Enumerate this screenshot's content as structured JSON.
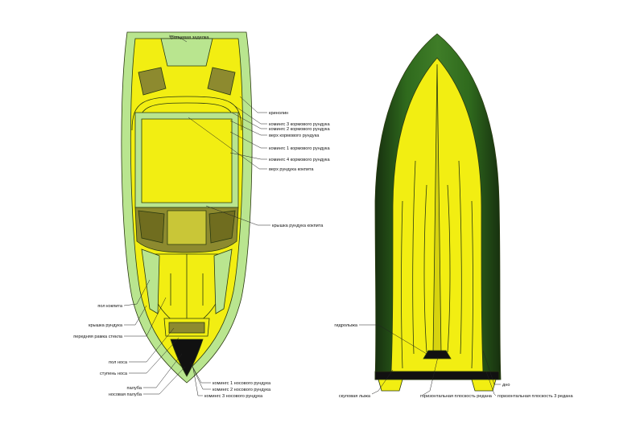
{
  "title": "",
  "colors": {
    "hull_green_light": "#b9e58f",
    "hull_green_dark": "#2f6a1d",
    "deck_yellow": "#f2ee12",
    "deep_green": "#17300f",
    "olive": "#8d8a2f",
    "black": "#111111"
  },
  "top_view": {
    "labels": {
      "transom": "транцевая заделка",
      "crinoline": "кринолин",
      "stern_3": "комингс 3 кормового рундука",
      "stern_2": "комингс 2 кормового рундука",
      "stern_top": "верх кормового рундука",
      "stern_1": "комингс 1 кормового рундука",
      "stern_4": "комингс 4 кормового рундука",
      "cockpit_top": "верх рундука кокпита",
      "cockpit_lid": "крышка рундука кокпита",
      "cockpit_floor": "пол кокпита",
      "locker_lid": "крышка рундука",
      "glass_frame": "передняя рамка стекла",
      "bow_floor": "пол носа",
      "bow_step": "ступень носа",
      "deck": "палуба",
      "bow_deck": "носовая палуба",
      "bow_1": "комингс 1 носового рундука",
      "bow_2": "комингс 2 носового рундука",
      "bow_3": "комингс 3 носового рундука"
    }
  },
  "bottom_view": {
    "labels": {
      "hydro_ski": "гидролыжа",
      "chine_ski": "скуловая лыжа",
      "step_plane": "горизонтальная плоскость редана",
      "bottom": "дно",
      "step_plane_3": "горизонтальная плоскость 3 редана"
    }
  }
}
